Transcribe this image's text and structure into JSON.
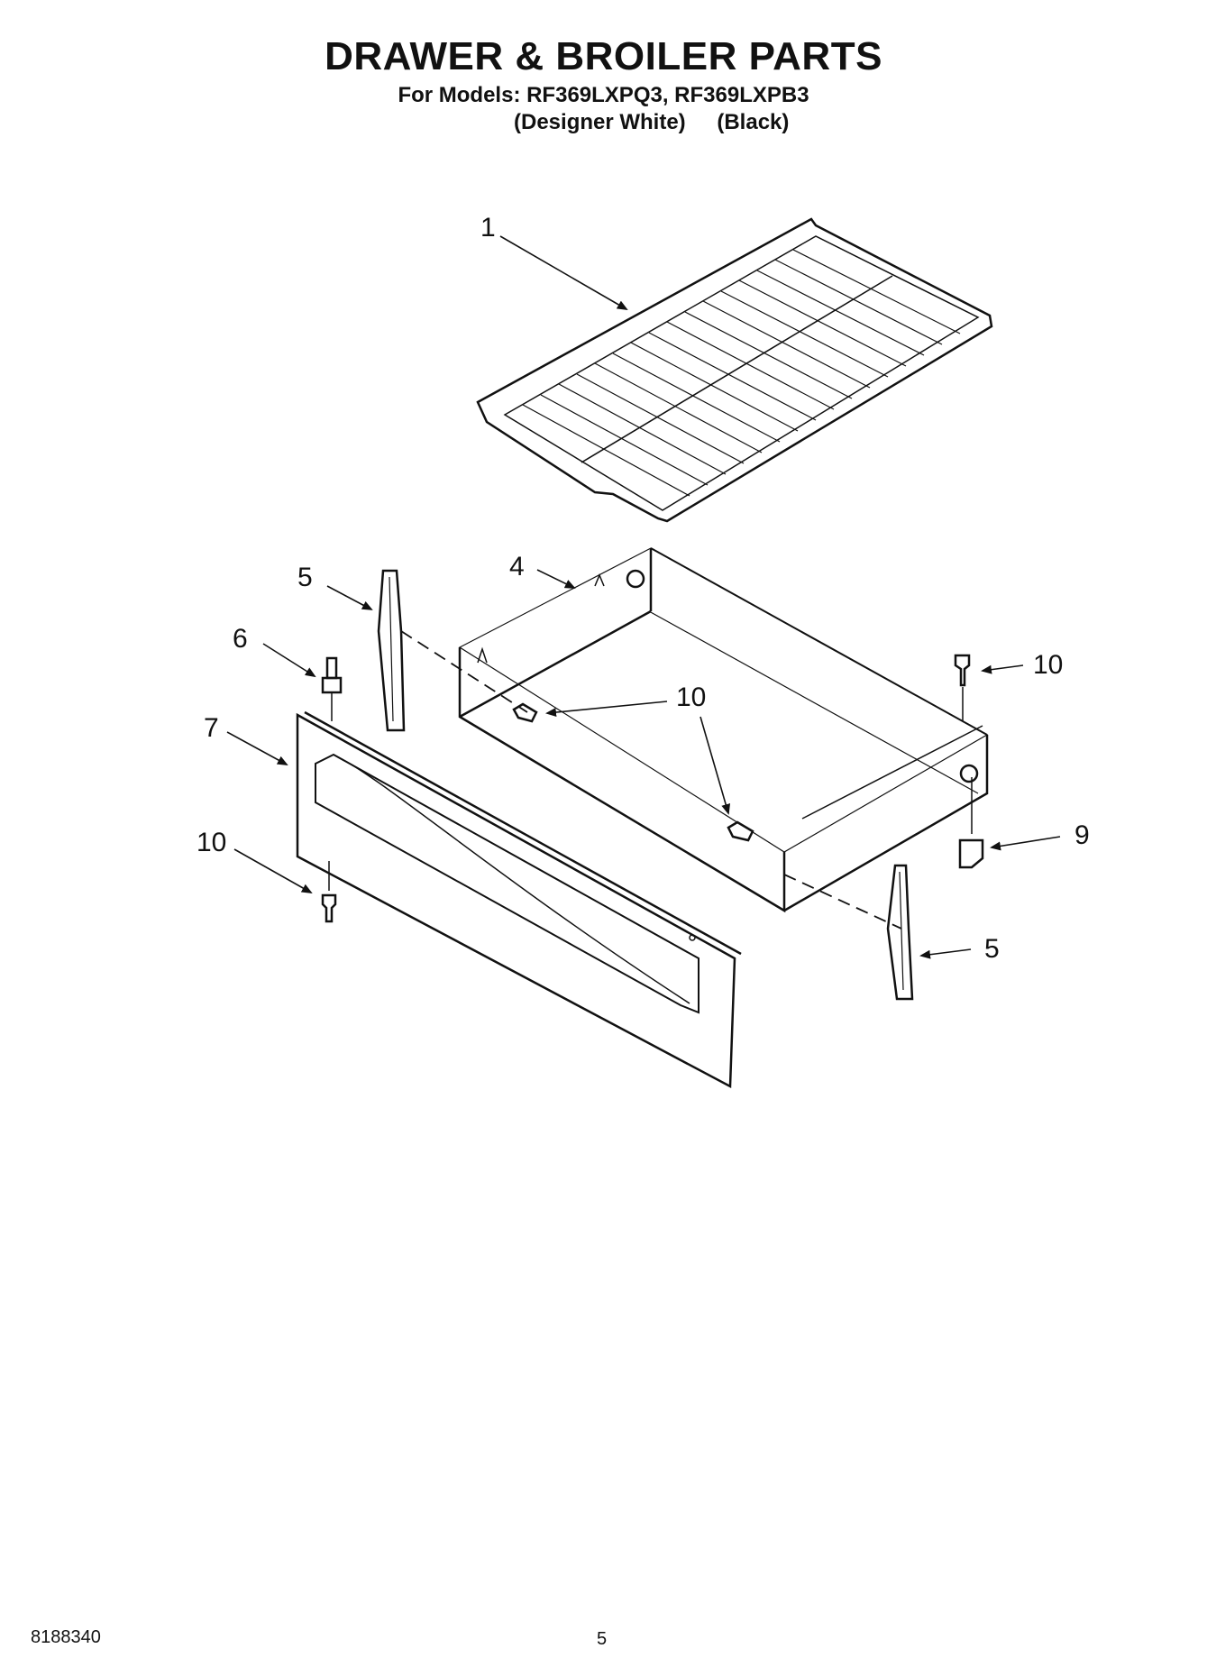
{
  "header": {
    "title": "DRAWER & BROILER PARTS",
    "models": "For Models: RF369LXPQ3, RF369LXPB3",
    "variant_1": "(Designer White)",
    "variant_2": "(Black)"
  },
  "callouts": {
    "rack": "1",
    "drawer_body": "4",
    "slide_left": "5",
    "slide_right": "5",
    "stud": "6",
    "front_panel": "7",
    "bracket": "9",
    "screw_top_right": "10",
    "screw_center": "10",
    "screw_front": "10"
  },
  "footer": {
    "doc_number": "8188340",
    "page_number": "5"
  }
}
